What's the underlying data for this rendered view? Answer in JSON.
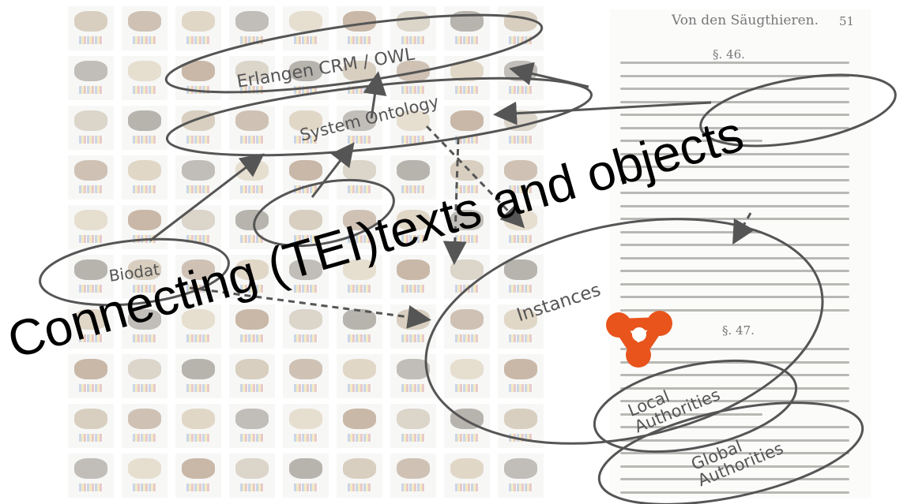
{
  "title": "Connecting (TEI)texts and objects",
  "page": {
    "header": "Von den Säugthieren.",
    "page_number": "51",
    "section_1": "§. 46.",
    "section_2": "§. 47."
  },
  "nodes": {
    "erlangen": "Erlangen CRM / OWL",
    "system_ontology": "System Ontology",
    "biodat": "Biodat",
    "instances": "Instances",
    "local_authorities": "Local Authorities",
    "global_authorities": "Global Authorities"
  },
  "colors": {
    "ellipse_stroke": "#555555",
    "logo": "#e8541c",
    "title": "#000000"
  }
}
